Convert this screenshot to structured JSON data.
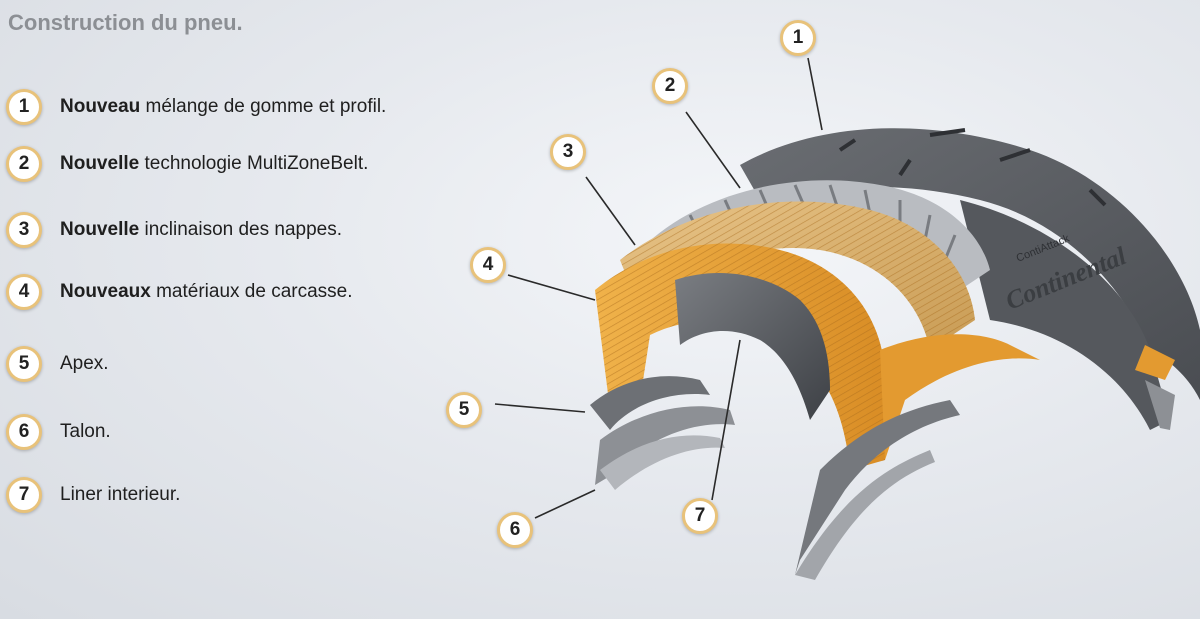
{
  "title": "Construction du pneu.",
  "legend": [
    {
      "num": "1",
      "bold": "Nouveau",
      "text": " mélange de gomme et profil."
    },
    {
      "num": "2",
      "bold": "Nouvelle",
      "text": " technologie MultiZoneBelt."
    },
    {
      "num": "3",
      "bold": "Nouvelle",
      "text": " inclinaison des nappes."
    },
    {
      "num": "4",
      "bold": "Nouveaux",
      "text": " matériaux de carcasse."
    },
    {
      "num": "5",
      "bold": "",
      "text": "Apex."
    },
    {
      "num": "6",
      "bold": "",
      "text": "Talon."
    },
    {
      "num": "7",
      "bold": "",
      "text": "Liner interieur."
    }
  ],
  "callouts": [
    "1",
    "2",
    "3",
    "4",
    "5",
    "6",
    "7"
  ],
  "tire_branding": {
    "brand": "Continental",
    "model": "ContiAttack"
  },
  "colors": {
    "badge_border": "#e8c27a",
    "carcass_orange": "#e8a23a",
    "belt_tan": "#d9b06a",
    "rubber_gray": "#5b5e63",
    "title_gray": "#8c8f94"
  }
}
